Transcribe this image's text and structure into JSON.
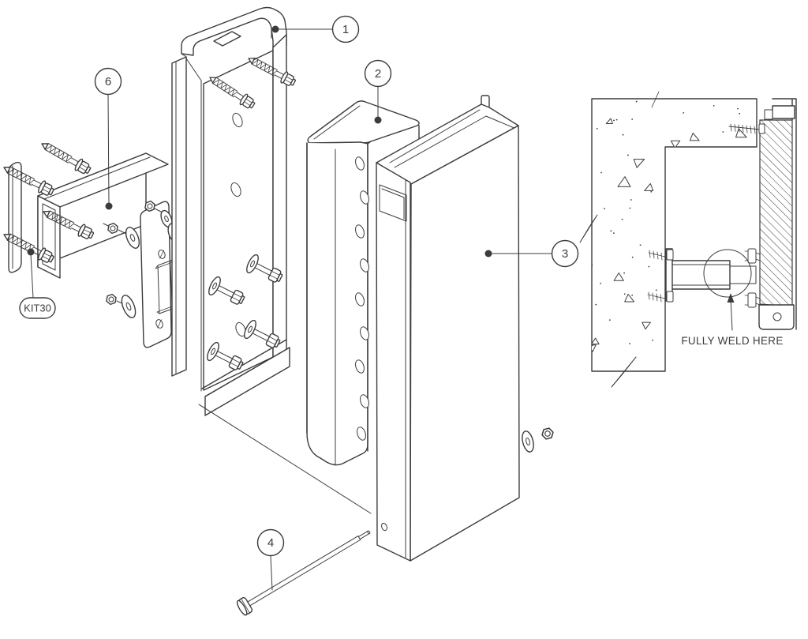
{
  "drawing": {
    "background": "#ffffff",
    "line_color": "#3c3c3c",
    "callouts": {
      "part1": "1",
      "part2": "2",
      "part3": "3",
      "part4": "4",
      "part6": "6"
    },
    "kit_label": "KIT30",
    "detail": {
      "weld_note": "FULLY WELD HERE"
    }
  }
}
